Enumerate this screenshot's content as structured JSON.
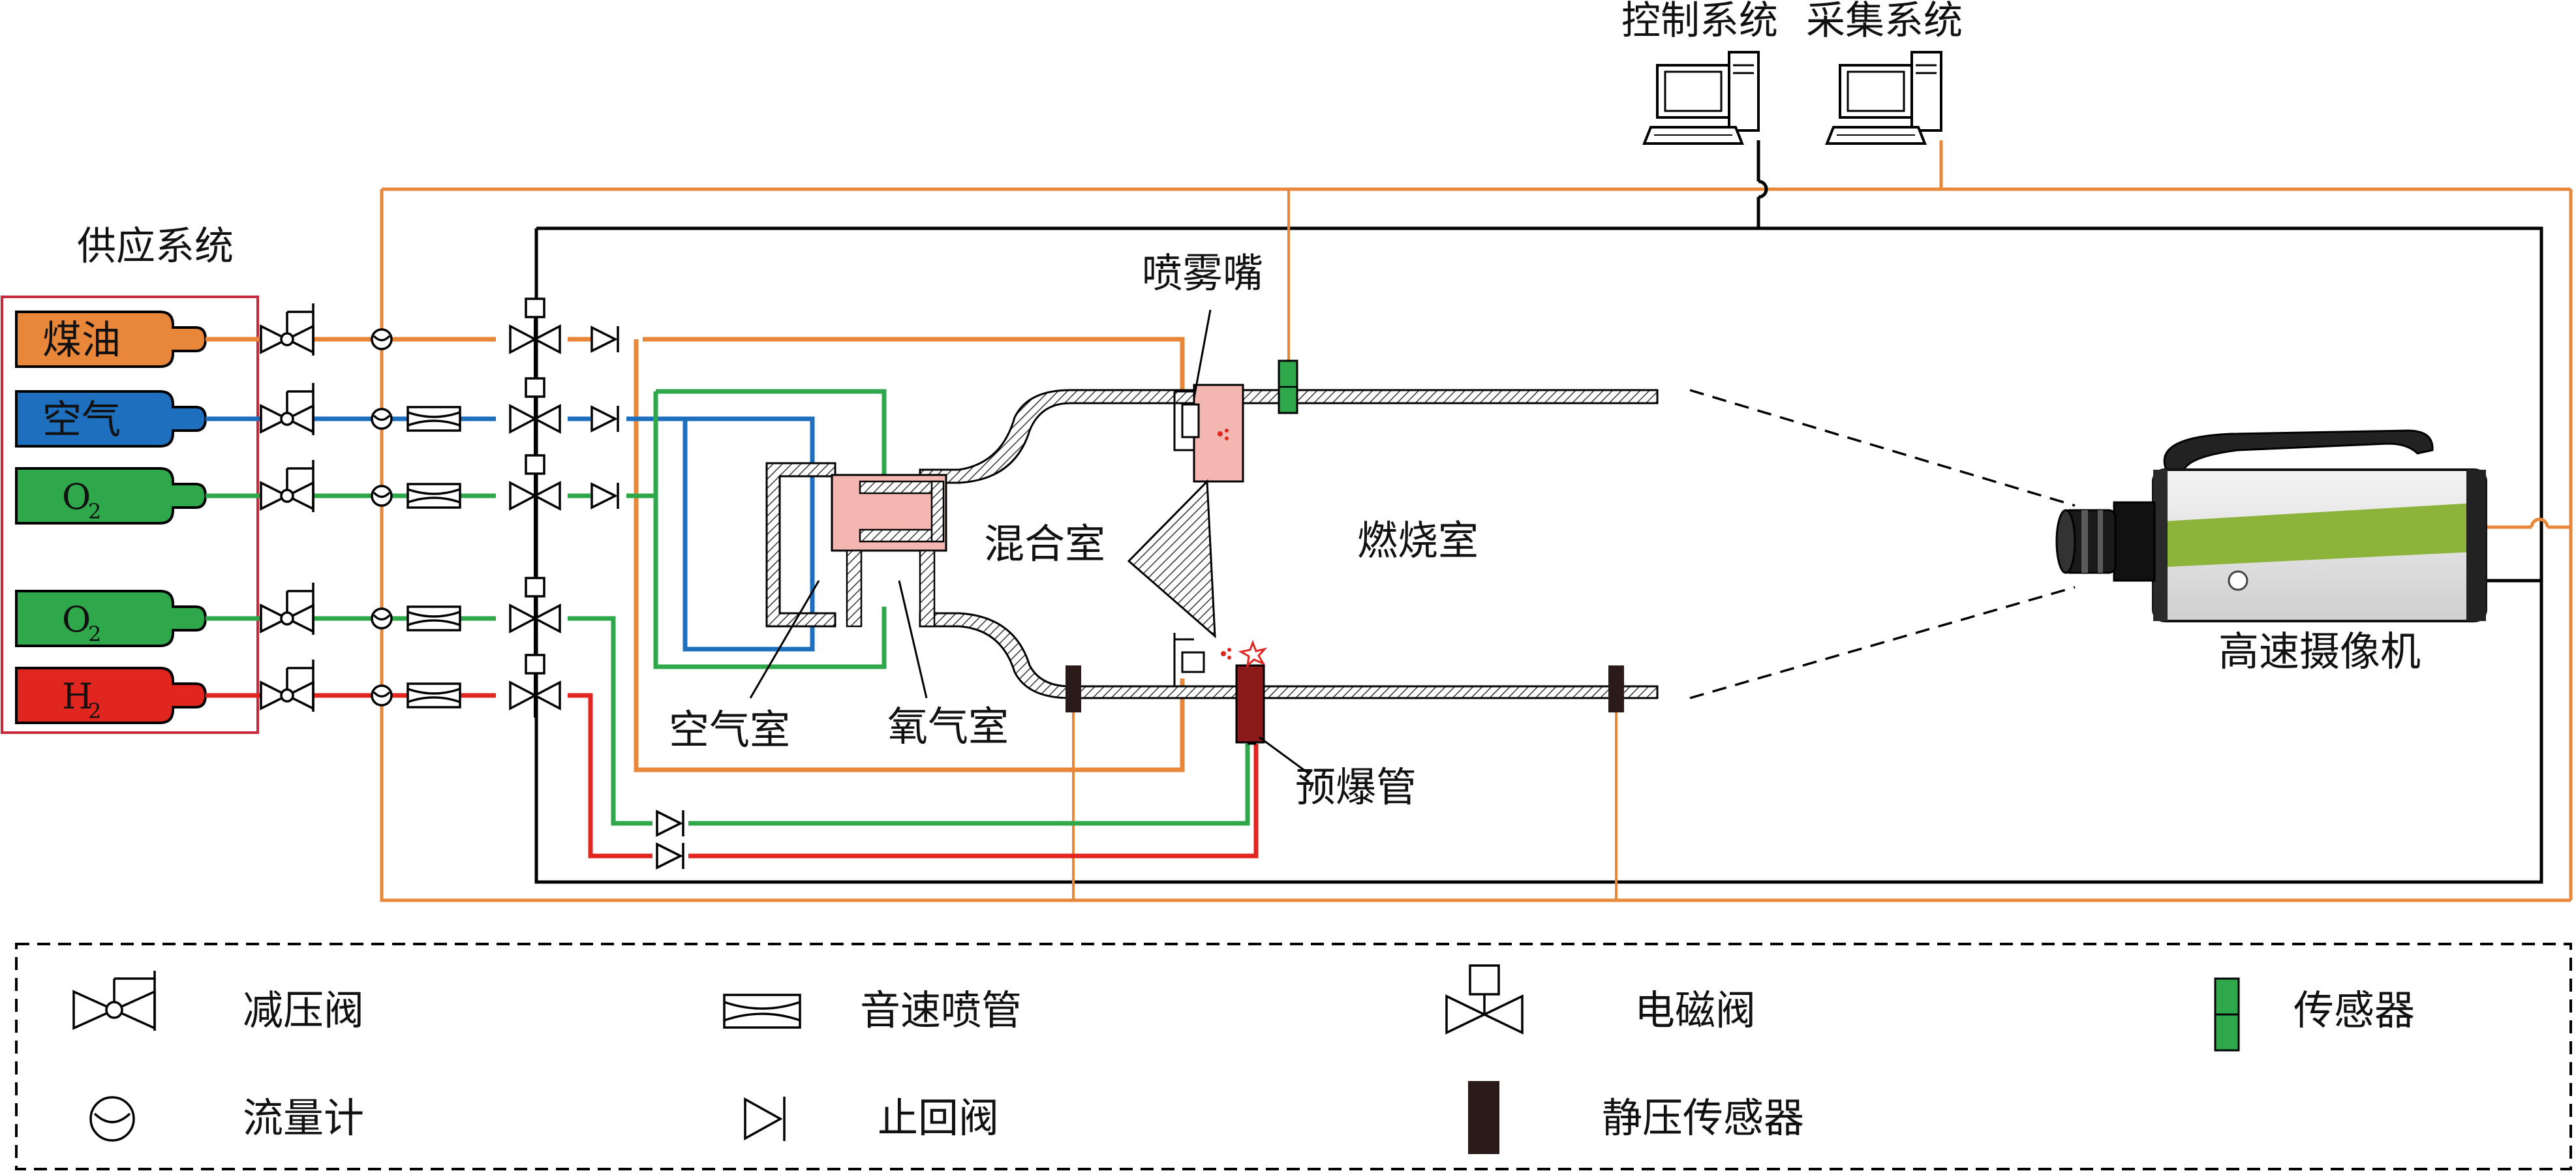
{
  "labels": {
    "supply_system": "供应系统",
    "control_system": "控制系统",
    "acquisition_system": "采集系统",
    "atomizer": "喷雾嘴",
    "mixing_chamber": "混合室",
    "combustion_chamber": "燃烧室",
    "air_chamber": "空气室",
    "oxygen_chamber": "氧气室",
    "pre_detonation_tube": "预爆管",
    "high_speed_camera": "高速摄像机"
  },
  "cylinders": [
    {
      "label": "煤油",
      "color": "#E8873A"
    },
    {
      "label": "空气",
      "color": "#1F6FBF"
    },
    {
      "label": "O",
      "sub": "2",
      "color": "#2EA84A"
    },
    {
      "label": "O",
      "sub": "2",
      "color": "#2EA84A"
    },
    {
      "label": "H",
      "sub": "2",
      "color": "#E0261F"
    }
  ],
  "legend": {
    "pressure_reducing_valve": "减压阀",
    "sonic_nozzle": "音速喷管",
    "solenoid_valve": "电磁阀",
    "sensor": "传感器",
    "flowmeter": "流量计",
    "check_valve": "止回阀",
    "static_pressure_sensor": "静压传感器"
  },
  "colors": {
    "kerosene": "#E8873A",
    "air": "#1F6FBF",
    "oxygen": "#2EA84A",
    "hydrogen": "#E0261F",
    "signal_orange": "#E8873A",
    "frame_black": "#000000",
    "supply_box_border": "#C8283C",
    "chamber_pink": "#F4B6B0",
    "sensor_green": "#2EA84A",
    "static_sensor": "#2A1A1A",
    "predet_tube": "#8B1A1A"
  }
}
